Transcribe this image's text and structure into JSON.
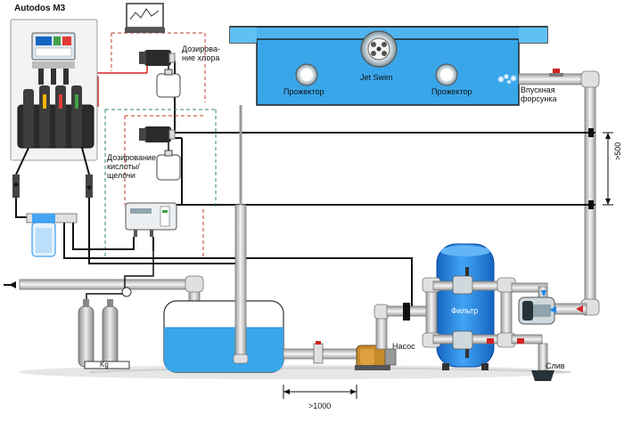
{
  "title": "Autodos M3",
  "labels": {
    "chlorine_dosing": "Дозирова-\nние хлора",
    "acid_dosing": "Дозирование\nкислоты/\nщелочи",
    "spotlight_left": "Прожектор",
    "jet_swim": "Jet Swim",
    "spotlight_right": "Прожектор",
    "inlet_nozzle": "Впускная\nфорсунка",
    "filter": "Фильтр",
    "pump": "Насос",
    "drain": "Слив",
    "dim_500": ">500",
    "dim_1000": ">1000",
    "gas_kg": "Kg"
  },
  "colors": {
    "water": "#3aa7e8",
    "pipe": "#d9d9d9",
    "cable_black": "#111111",
    "cable_red": "#d32222",
    "dashed_green": "#2e8b57",
    "dashed_red": "#c0392b",
    "filter_blue": "#1e88e5"
  }
}
